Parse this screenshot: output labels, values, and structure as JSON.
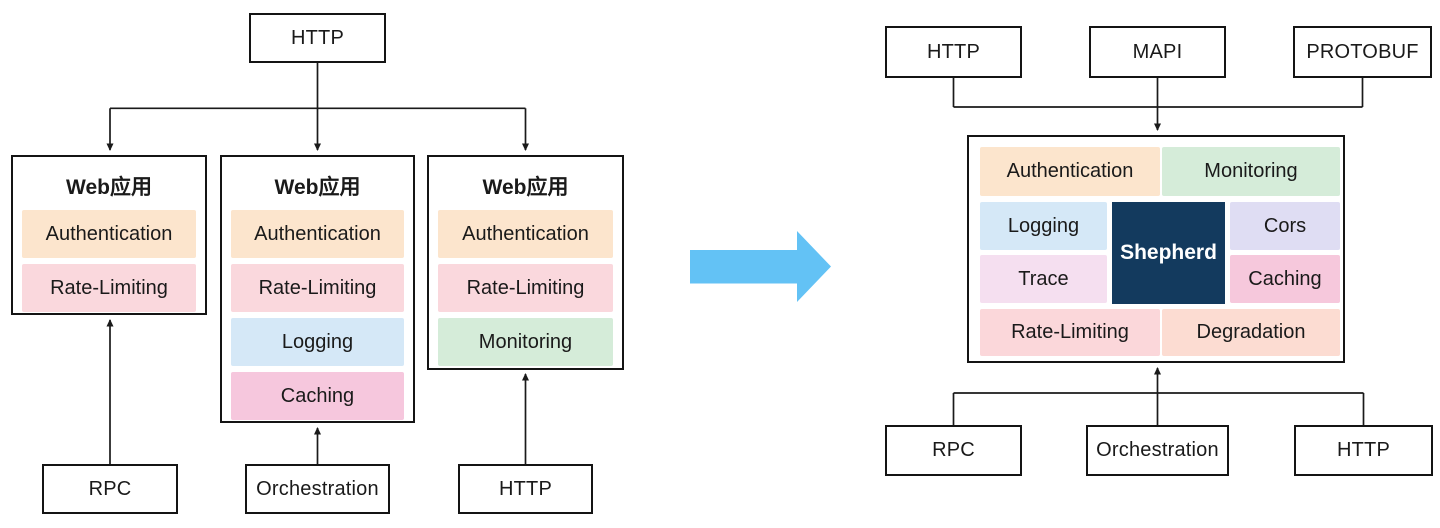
{
  "colors": {
    "peach": "#fce5cd",
    "rose": "#fad8dd",
    "light_blue": "#d5e8f7",
    "magenta_pink": "#f6c7dd",
    "green": "#d5ecd9",
    "lavender": "#dfddf3",
    "pink_lavender": "#f5dff0",
    "peach_pink": "#fcdcd2",
    "navy": "#133a5e",
    "navy_text": "#ffffff",
    "arrow_blue": "#63c2f5",
    "line": "#1a1a1a"
  },
  "left": {
    "top_box": {
      "label": "HTTP"
    },
    "apps": [
      {
        "title": "Web应用",
        "items": [
          {
            "label": "Authentication",
            "color": "#fce5cd"
          },
          {
            "label": "Rate-Limiting",
            "color": "#fad8dd"
          }
        ]
      },
      {
        "title": "Web应用",
        "items": [
          {
            "label": "Authentication",
            "color": "#fce5cd"
          },
          {
            "label": "Rate-Limiting",
            "color": "#fad8dd"
          },
          {
            "label": "Logging",
            "color": "#d5e8f7"
          },
          {
            "label": "Caching",
            "color": "#f6c7dd"
          }
        ]
      },
      {
        "title": "Web应用",
        "items": [
          {
            "label": "Authentication",
            "color": "#fce5cd"
          },
          {
            "label": "Rate-Limiting",
            "color": "#fad8dd"
          },
          {
            "label": "Monitoring",
            "color": "#d5ecd9"
          }
        ]
      }
    ],
    "bottom_boxes": [
      {
        "label": "RPC"
      },
      {
        "label": "Orchestration"
      },
      {
        "label": "HTTP"
      }
    ]
  },
  "right": {
    "top_boxes": [
      {
        "label": "HTTP"
      },
      {
        "label": "MAPI"
      },
      {
        "label": "PROTOBUF"
      }
    ],
    "gateway": {
      "core": {
        "label": "Shepherd",
        "color": "#133a5e",
        "text_color": "#ffffff"
      },
      "cells": {
        "authentication": {
          "label": "Authentication",
          "color": "#fce5cd"
        },
        "monitoring": {
          "label": "Monitoring",
          "color": "#d5ecd9"
        },
        "logging": {
          "label": "Logging",
          "color": "#d5e8f7"
        },
        "cors": {
          "label": "Cors",
          "color": "#dfddf3"
        },
        "trace": {
          "label": "Trace",
          "color": "#f5dff0"
        },
        "caching": {
          "label": "Caching",
          "color": "#f6c8dc"
        },
        "rate_limiting": {
          "label": "Rate-Limiting",
          "color": "#fbd7da"
        },
        "degradation": {
          "label": "Degradation",
          "color": "#fcdcd2"
        }
      }
    },
    "bottom_boxes": [
      {
        "label": "RPC"
      },
      {
        "label": "Orchestration"
      },
      {
        "label": "HTTP"
      }
    ]
  }
}
